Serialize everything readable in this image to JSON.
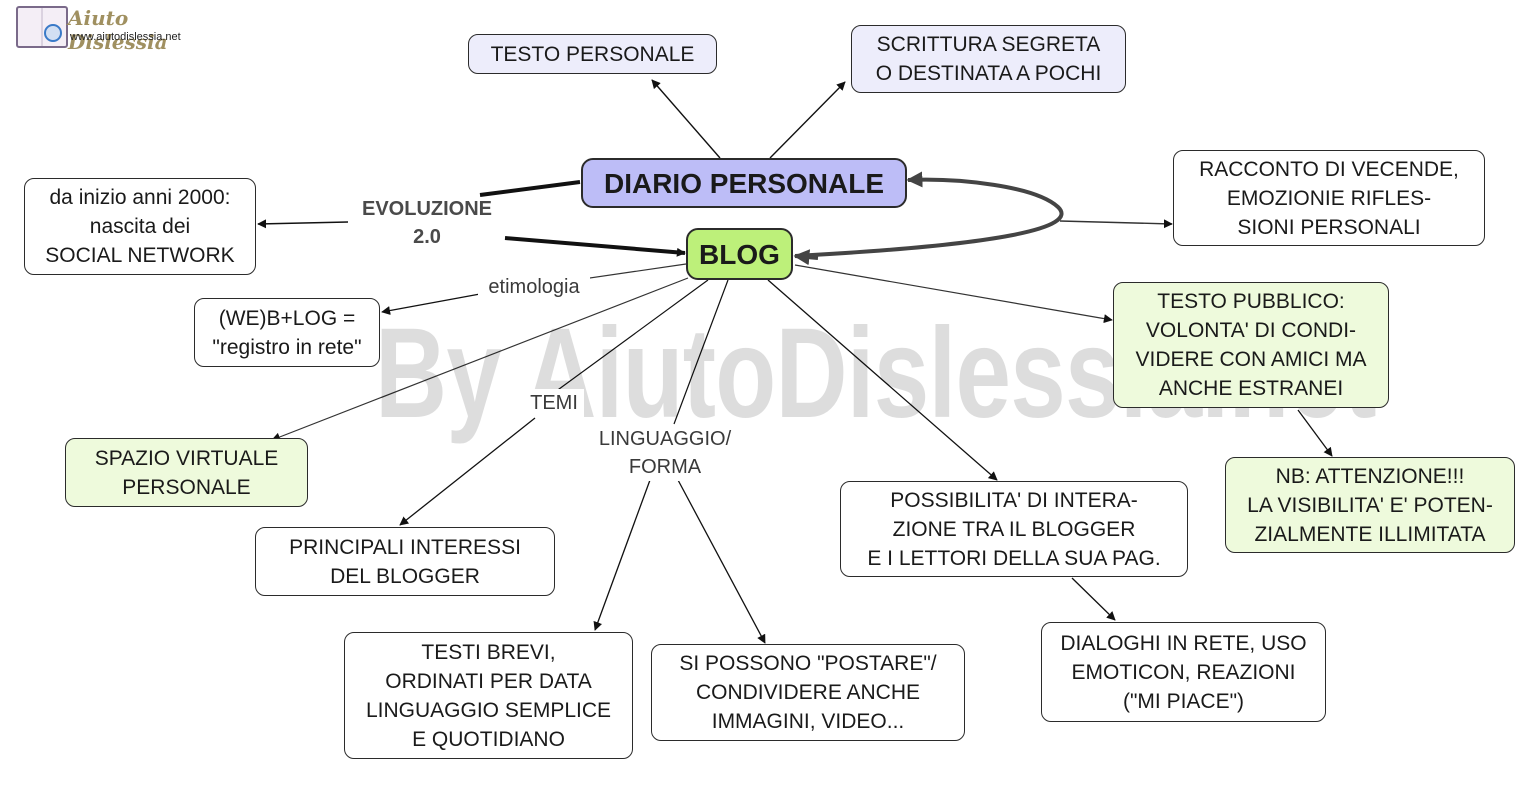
{
  "logo": {
    "title": "Aiuto Dislessia",
    "url": "www.aiutodislessia.net",
    "icon": "book-magnifier-icon"
  },
  "watermark": "By AiutoDislessia.net",
  "nodes": {
    "diario": "DIARIO PERSONALE",
    "blog": "BLOG",
    "testo_personale": "TESTO PERSONALE",
    "scrittura_segreta": "SCRITTURA SEGRETA\nO DESTINATA A POCHI",
    "racconto": "RACCONTO DI VECENDE,\nEMOZIONIE RIFLES-\nSIONI PERSONALI",
    "social": "da inizio anni 2000:\nnascita dei\nSOCIAL NETWORK",
    "weblog": "(WE)B+LOG =\n\"registro in rete\"",
    "spazio": "SPAZIO VIRTUALE\nPERSONALE",
    "interessi": "PRINCIPALI INTERESSI\nDEL BLOGGER",
    "testi_brevi": "TESTI BREVI,\nORDINATI PER DATA\nLINGUAGGIO SEMPLICE\nE QUOTIDIANO",
    "postare": "SI POSSONO \"POSTARE\"/\nCONDIVIDERE ANCHE\nIMMAGINI, VIDEO...",
    "interazione": "POSSIBILITA' DI INTERA-\nZIONE TRA IL BLOGGER\nE I LETTORI DELLA SUA PAG.",
    "dialoghi": "DIALOGHI IN RETE, USO\nEMOTICON, REAZIONI\n(\"MI PIACE\")",
    "pubblico": "TESTO PUBBLICO:\nVOLONTA' DI CONDI-\nVIDERE CON AMICI MA\nANCHE ESTRANEI",
    "nb": "NB: ATTENZIONE!!!\nLA VISIBILITA' E' POTEN-\nZIALMENTE ILLIMITATA"
  },
  "labels": {
    "evoluzione": "EVOLUZIONE\n2.0",
    "etimologia": "etimologia",
    "temi": "TEMI",
    "linguaggio": "LINGUAGGIO/\nFORMA"
  },
  "colors": {
    "diario": "#bdbdf7",
    "blog": "#bdf07a",
    "lavender": "#ededfb",
    "green": "#eefadc"
  }
}
